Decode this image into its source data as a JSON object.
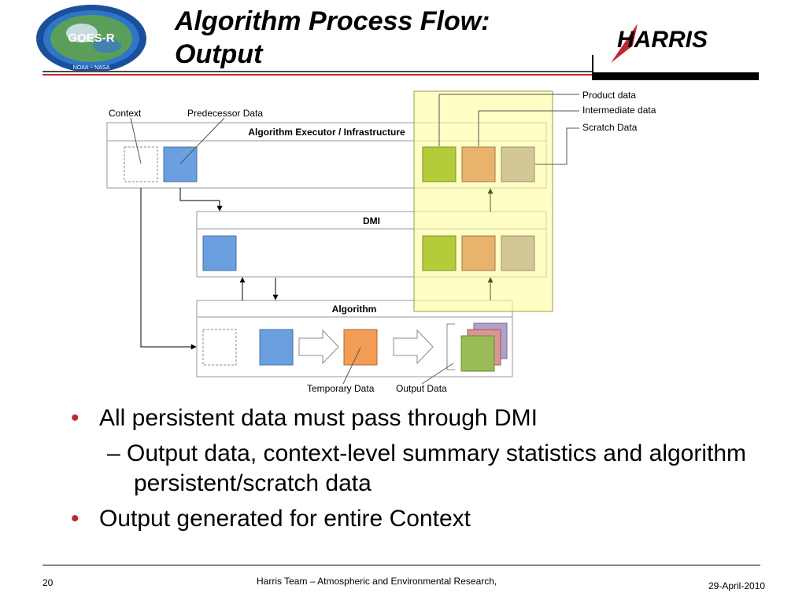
{
  "slide": {
    "title_line1": "Algorithm Process Flow:",
    "title_line2": "Output"
  },
  "logos": {
    "goes": {
      "text": "GOES-R",
      "ring_text": "NOAA ~ NASA"
    },
    "harris": {
      "text": "HARRIS"
    }
  },
  "diagram": {
    "labels": {
      "context": "Context",
      "predecessor": "Predecessor Data",
      "product": "Product data",
      "intermediate": "Intermediate data",
      "scratch": "Scratch Data",
      "temporary": "Temporary Data",
      "output": "Output Data"
    },
    "boxes": {
      "executor": "Algorithm Executor / Infrastructure",
      "dmi": "DMI",
      "algorithm": "Algorithm"
    },
    "colors": {
      "context": "#ffffff",
      "predecessor": "#6a9fe0",
      "product": "#b4cc3a",
      "intermediate": "#e8b36c",
      "scratch": "#d4c797",
      "temporary": "#f39c55",
      "output_green": "#9bbb59",
      "output_red": "#d99694",
      "output_purple": "#b3a2c7",
      "highlight": "#ffff9e"
    }
  },
  "bullets": [
    {
      "level": 1,
      "text": "All persistent data must pass through DMI"
    },
    {
      "level": 2,
      "text": "Output data, context-level summary statistics and algorithm  persistent/scratch data"
    },
    {
      "level": 1,
      "text": "Output generated for entire Context"
    }
  ],
  "bullet_marks": {
    "level1": "•",
    "level2": "–"
  },
  "footer": {
    "page": "20",
    "center": "Harris Team – Atmospheric and Environmental Research,",
    "date": "29-April-2010"
  }
}
